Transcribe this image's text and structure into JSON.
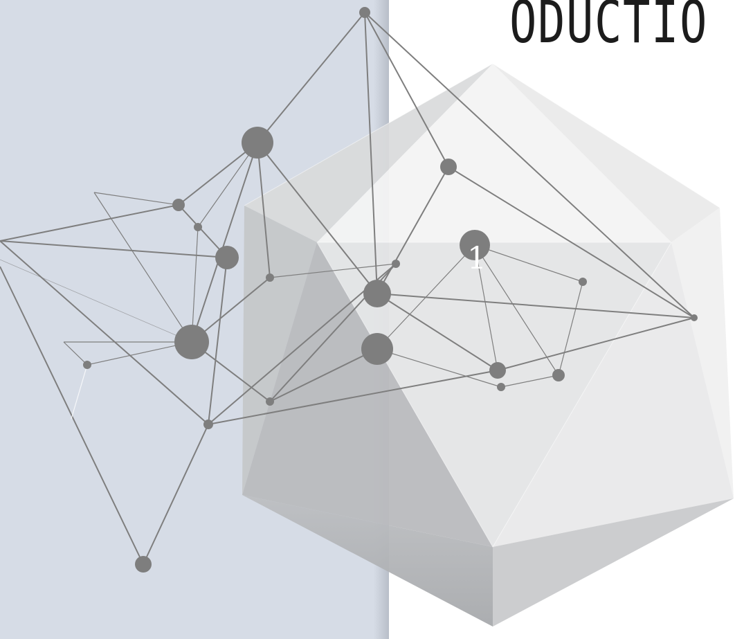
{
  "slide": {
    "title": "ODUCTIO",
    "number": "1"
  },
  "colors": {
    "panel": "#d6dce6",
    "network": "#7e7e7e",
    "title": "#1c1c1c"
  },
  "icons": [
    "polyhedron-graphic",
    "network-graphic"
  ]
}
